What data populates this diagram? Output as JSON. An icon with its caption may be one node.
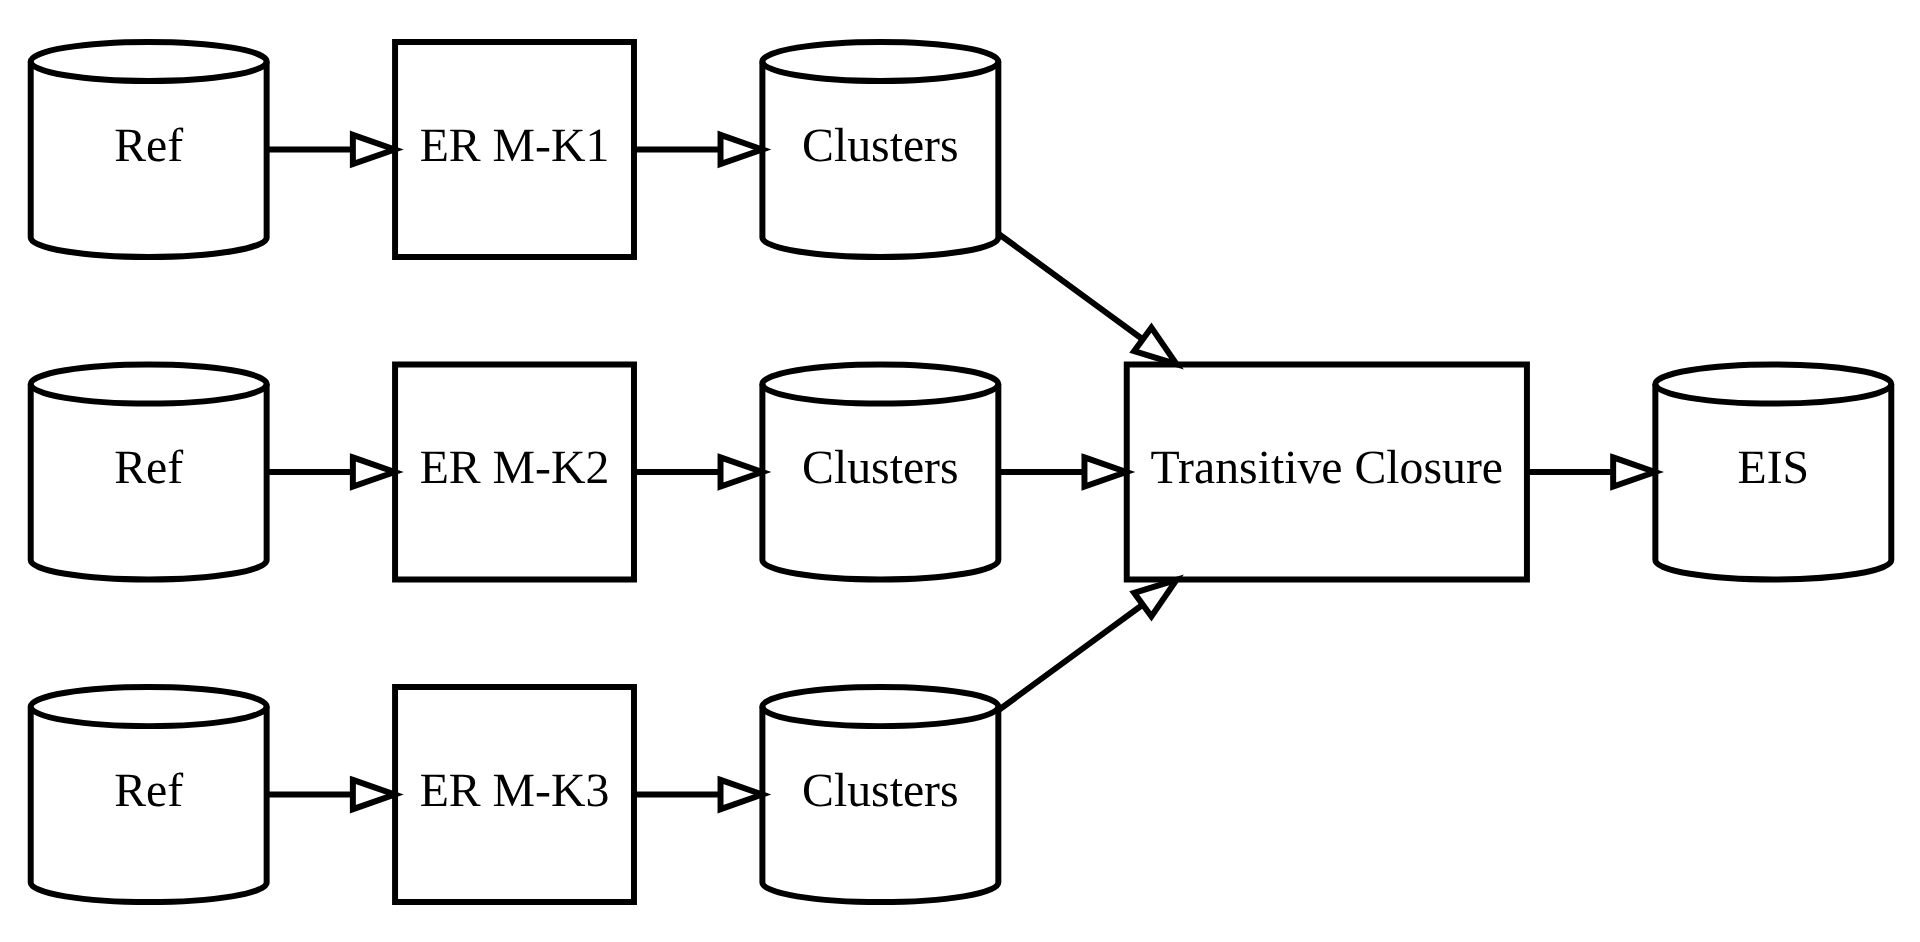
{
  "diagram": {
    "nodes": [
      {
        "text": [
          "Ref"
        ]
      },
      {
        "text": [
          "ER M-K1"
        ]
      },
      {
        "text": [
          "Clusters"
        ]
      },
      {
        "text": [
          "Ref"
        ]
      },
      {
        "text": [
          "ER M-K2"
        ]
      },
      {
        "text": [
          "Clusters"
        ]
      },
      {
        "text": [
          "Transitive Closure"
        ]
      },
      {
        "text": [
          "EIS"
        ]
      },
      {
        "text": [
          "Ref"
        ]
      },
      {
        "text": [
          "ER M-K3"
        ]
      },
      {
        "text": [
          "Clusters"
        ]
      }
    ],
    "edges": [
      {
        "from": 0,
        "to": 1,
        "arrow": "to"
      },
      {
        "from": 1,
        "to": 2,
        "arrow": "to"
      },
      {
        "from": 3,
        "to": 4,
        "arrow": "to"
      },
      {
        "from": 4,
        "to": 5,
        "arrow": "to"
      },
      {
        "from": 8,
        "to": 9,
        "arrow": "to"
      },
      {
        "from": 9,
        "to": 10,
        "arrow": "to"
      },
      {
        "from": 2,
        "to": 6,
        "arrow": "to"
      },
      {
        "from": 5,
        "to": 6,
        "arrow": "to"
      },
      {
        "from": 10,
        "to": 6,
        "arrow": "to"
      },
      {
        "from": 6,
        "to": 7,
        "arrow": "to"
      }
    ]
  }
}
